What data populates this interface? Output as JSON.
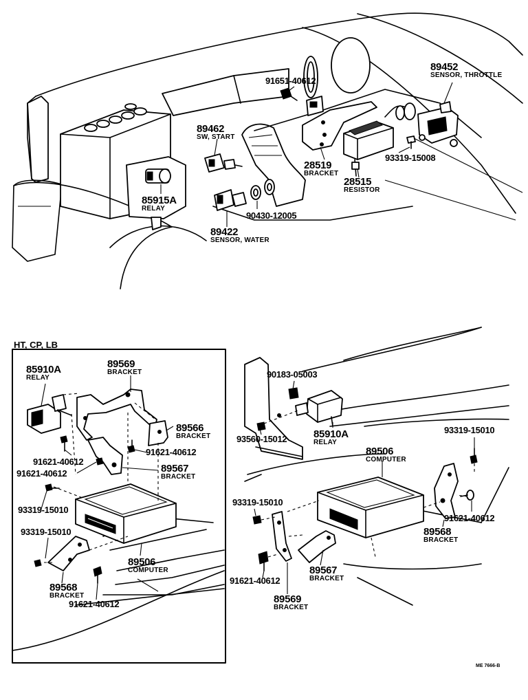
{
  "section_label": "HT, CP, LB",
  "figure_code": "ME 7666-B",
  "callouts": {
    "c91651": {
      "number": "91651-40612",
      "name": ""
    },
    "c89452": {
      "number": "89452",
      "name": "SENSOR, THROTTLE"
    },
    "c89462": {
      "number": "89462",
      "name": "SW, START"
    },
    "c28519": {
      "number": "28519",
      "name": "BRACKET"
    },
    "c28515": {
      "number": "28515",
      "name": "RESISTOR"
    },
    "c93319_15008": {
      "number": "93319-15008",
      "name": ""
    },
    "c85915A": {
      "number": "85915A",
      "name": "RELAY"
    },
    "c90430": {
      "number": "90430-12005",
      "name": ""
    },
    "c89422": {
      "number": "89422",
      "name": "SENSOR, WATER"
    },
    "ins85910A": {
      "number": "85910A",
      "name": "RELAY"
    },
    "ins89569": {
      "number": "89569",
      "name": "BRACKET"
    },
    "ins89566": {
      "number": "89566",
      "name": "BRACKET"
    },
    "ins91621a": {
      "number": "91621-40612",
      "name": ""
    },
    "ins91621b": {
      "number": "91621-40612",
      "name": ""
    },
    "ins91621c": {
      "number": "91621-40612",
      "name": ""
    },
    "ins89567": {
      "number": "89567",
      "name": "BRACKET"
    },
    "ins93319a": {
      "number": "93319-15010",
      "name": ""
    },
    "ins93319b": {
      "number": "93319-15010",
      "name": ""
    },
    "ins89506": {
      "number": "89506",
      "name": "COMPUTER"
    },
    "ins89568": {
      "number": "89568",
      "name": "BRACKET"
    },
    "ins91621d": {
      "number": "91621-40612",
      "name": ""
    },
    "r90183": {
      "number": "90183-05003",
      "name": ""
    },
    "r93560": {
      "number": "93560-15012",
      "name": ""
    },
    "r85910A": {
      "number": "85910A",
      "name": "RELAY"
    },
    "r93319a": {
      "number": "93319-15010",
      "name": ""
    },
    "r89506": {
      "number": "89506",
      "name": "COMPUTER"
    },
    "r93319b": {
      "number": "93319-15010",
      "name": ""
    },
    "r91621a": {
      "number": "91621-40612",
      "name": ""
    },
    "r89568": {
      "number": "89568",
      "name": "BRACKET"
    },
    "r89567": {
      "number": "89567",
      "name": "BRACKET"
    },
    "r91621b": {
      "number": "91621-40612",
      "name": ""
    },
    "r89569": {
      "number": "89569",
      "name": "BRACKET"
    }
  }
}
